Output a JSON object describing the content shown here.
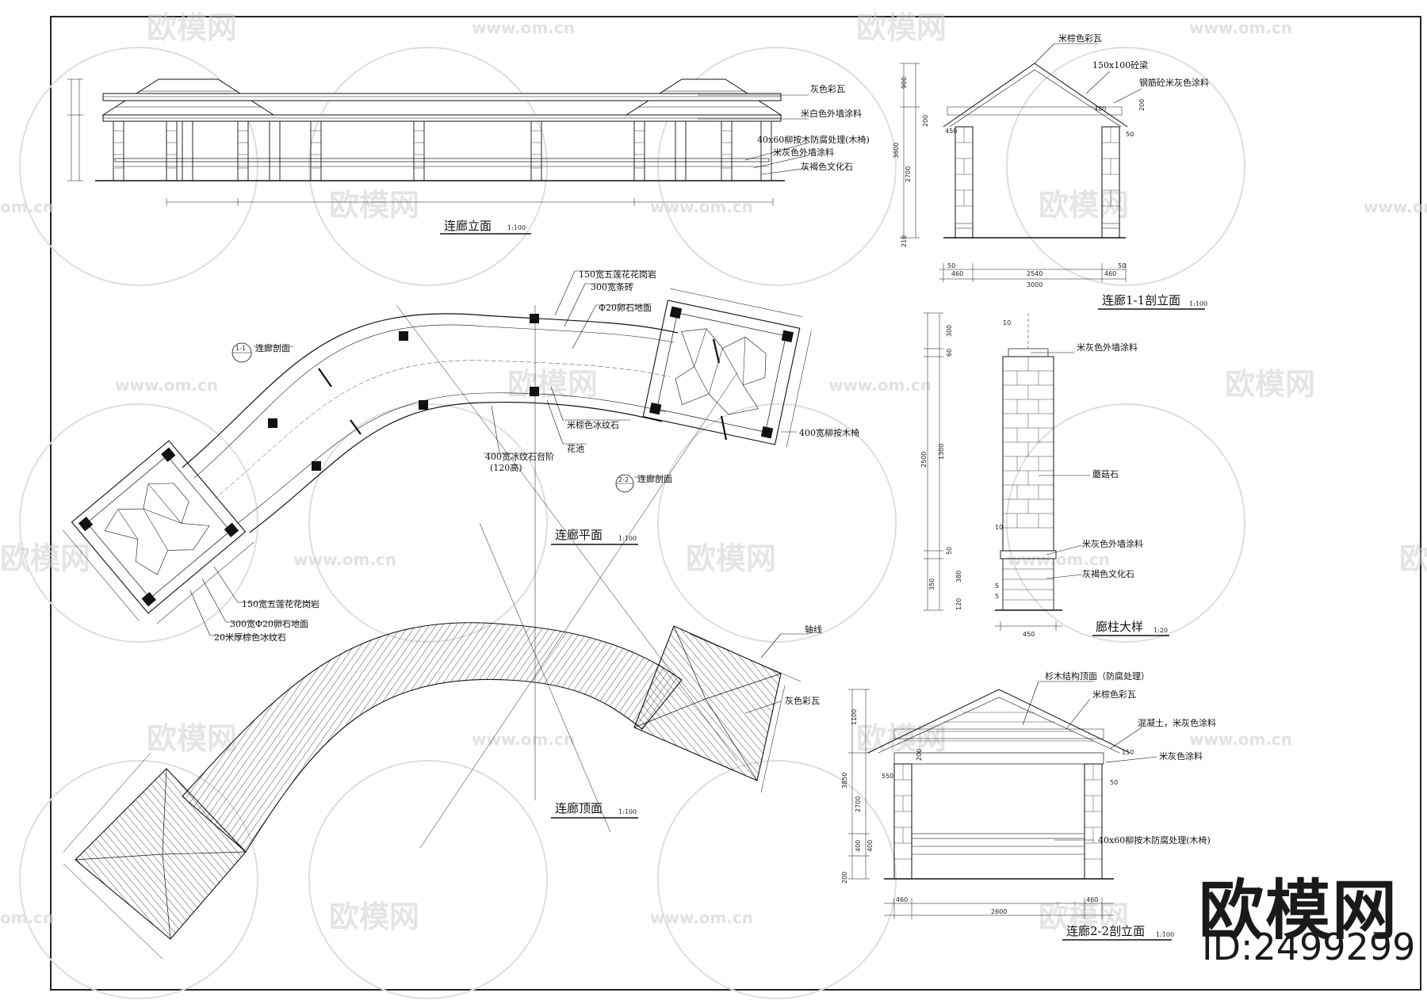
{
  "watermark": {
    "brand": "欧模网",
    "url": "www.om.cn",
    "url_partial": "om.cn",
    "id": "ID:2499299"
  },
  "drawings": {
    "elevation": {
      "title": "连廊立面",
      "scale": "1:100",
      "notes": [
        "灰色彩瓦",
        "米白色外墙涂料",
        "40x60柳按木防腐处理(木椅)",
        "米灰色外墙涂料",
        "灰褐色文化石"
      ]
    },
    "section_1_1": {
      "title": "连廊1-1剖立面",
      "scale": "1:100",
      "notes": [
        "米棕色彩瓦",
        "150x100砼梁",
        "钢筋砼米灰色涂料"
      ],
      "dims": [
        "900",
        "3600",
        "2700",
        "200",
        "450",
        "210",
        "480",
        "50",
        "460",
        "2540",
        "460",
        "50",
        "3000",
        "200",
        "50"
      ]
    },
    "plan": {
      "title": "连廊平面",
      "scale": "1:100",
      "notes": [
        "150宽五莲花花岗岩",
        "300宽条砖",
        "Φ20卵石地面",
        "米棕色冰纹石",
        "花池",
        "400宽冰纹石台阶",
        "(120高)",
        "400宽柳按木椅",
        "150宽五莲花花岗岩",
        "300宽Φ20卵石地面",
        "20米厚棕色冰纹石"
      ],
      "callouts": [
        {
          "tag": "1-1",
          "text": "连廊剖面"
        },
        {
          "tag": "2-2",
          "text": "连廊剖面"
        }
      ]
    },
    "column_detail": {
      "title": "廊柱大样",
      "scale": "1:20",
      "notes": [
        "米灰色外墙涂料",
        "蘑菇石",
        "米灰色外墙涂料",
        "灰褐色文化石"
      ],
      "dims": [
        "10",
        "300",
        "60",
        "2500",
        "1300",
        "50",
        "380",
        "350",
        "120",
        "5",
        "5",
        "450",
        "10"
      ]
    },
    "roof": {
      "title": "连廊顶面",
      "scale": "1:100",
      "notes": [
        "轴线",
        "灰色彩瓦"
      ]
    },
    "section_2_2": {
      "title": "连廊2-2剖立面",
      "scale": "1:100",
      "notes": [
        "杉木结构顶面（防腐处理）",
        "米棕色彩瓦",
        "混凝土，米灰色涂料",
        "米灰色涂料",
        "40x60柳按木防腐处理(木椅)"
      ],
      "dims": [
        "1100",
        "3850",
        "2700",
        "400",
        "400",
        "200",
        "550",
        "200",
        "50",
        "460",
        "2600",
        "460",
        "150"
      ]
    }
  }
}
